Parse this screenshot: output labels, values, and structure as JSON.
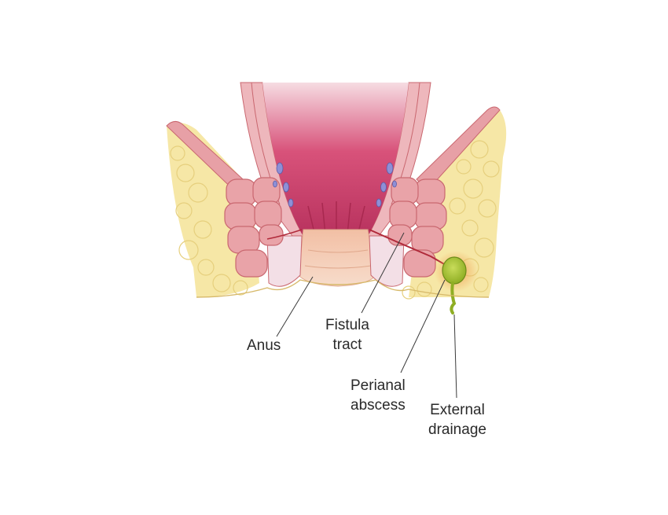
{
  "labels": {
    "anus": {
      "lines": [
        "Anus"
      ]
    },
    "fistula_tract": {
      "lines": [
        "Fistula",
        "tract"
      ]
    },
    "perianal_abscess": {
      "lines": [
        "Perianal",
        "abscess"
      ]
    },
    "external_drainage": {
      "lines": [
        "External",
        "drainage"
      ]
    }
  },
  "colors": {
    "fat": "#f6e7a6",
    "fat_lobule": "#efd98a",
    "muscle": "#e9a3a8",
    "muscle_dark": "#c9676f",
    "mucosa": "#d9577a",
    "anal_canal": "#f3cdb4",
    "abscess": "#a9c23a",
    "abscess_rim": "#e88a3a",
    "leader_line": "#3a3a3a"
  }
}
